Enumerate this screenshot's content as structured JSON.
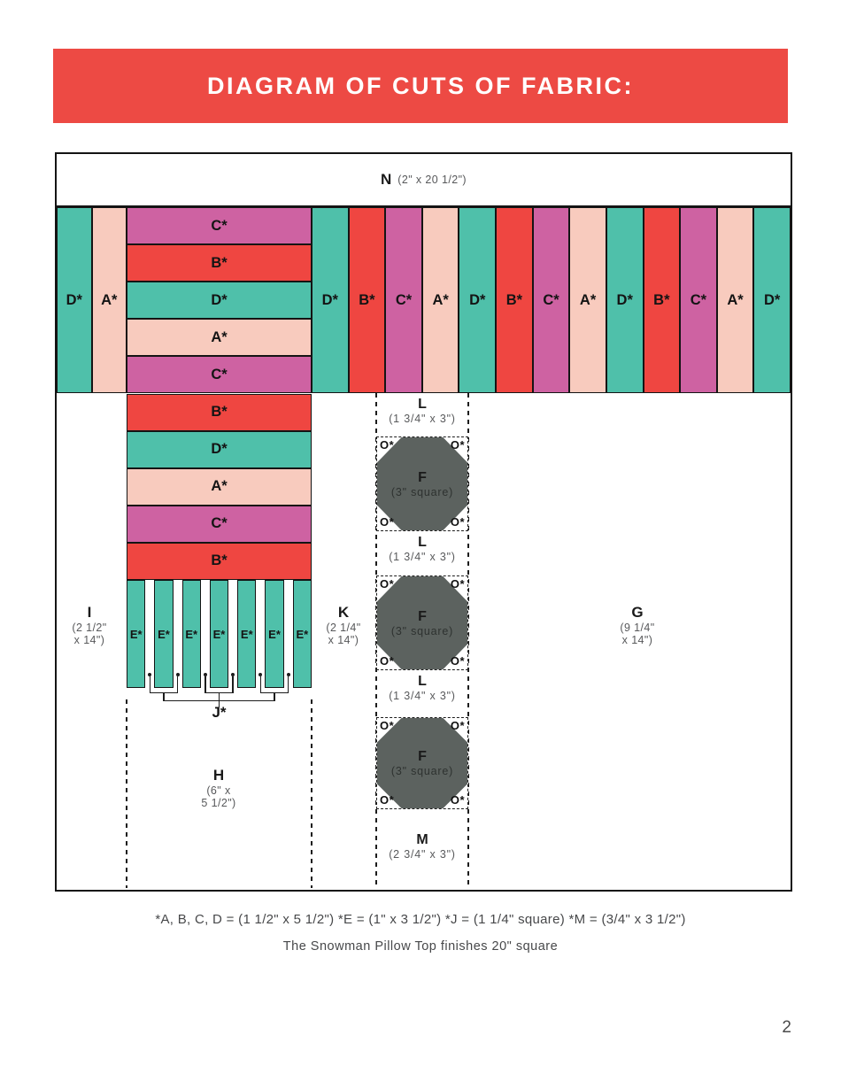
{
  "page": {
    "number": "2"
  },
  "header": {
    "title": "DIAGRAM OF CUTS OF FABRIC:",
    "background": "#ED4A44",
    "text_color": "#FFFFFF"
  },
  "colors": {
    "teal": "#4FC0AA",
    "red": "#EF4641",
    "pink": "#F8CBBE",
    "magenta": "#CE62A2",
    "octagon_gray": "#5C625F",
    "line_black": "#141414",
    "dim_text_gray": "#58595B"
  },
  "diagram": {
    "n_band": {
      "label": "N",
      "dims": "(2\" x 20 1/2\")"
    },
    "left_strips": [
      {
        "label": "D*",
        "color": "teal"
      },
      {
        "label": "A*",
        "color": "pink"
      }
    ],
    "stack_strips": [
      {
        "label": "C*",
        "color": "magenta"
      },
      {
        "label": "B*",
        "color": "red"
      },
      {
        "label": "D*",
        "color": "teal"
      },
      {
        "label": "A*",
        "color": "pink"
      },
      {
        "label": "C*",
        "color": "magenta"
      },
      {
        "label": "B*",
        "color": "red"
      },
      {
        "label": "D*",
        "color": "teal"
      },
      {
        "label": "A*",
        "color": "pink"
      },
      {
        "label": "C*",
        "color": "magenta"
      },
      {
        "label": "B*",
        "color": "red"
      }
    ],
    "right_strips": [
      {
        "label": "D*",
        "color": "teal"
      },
      {
        "label": "B*",
        "color": "red"
      },
      {
        "label": "C*",
        "color": "magenta"
      },
      {
        "label": "A*",
        "color": "pink"
      },
      {
        "label": "D*",
        "color": "teal"
      },
      {
        "label": "B*",
        "color": "red"
      },
      {
        "label": "C*",
        "color": "magenta"
      },
      {
        "label": "A*",
        "color": "pink"
      },
      {
        "label": "D*",
        "color": "teal"
      },
      {
        "label": "B*",
        "color": "red"
      },
      {
        "label": "C*",
        "color": "magenta"
      },
      {
        "label": "A*",
        "color": "pink"
      },
      {
        "label": "D*",
        "color": "teal"
      }
    ],
    "e_strips": {
      "label": "E*",
      "count": 7,
      "color": "teal"
    },
    "j_label": "J*",
    "i_region": {
      "label": "I",
      "dims": [
        "(2 1/2\"",
        "x 14\")"
      ]
    },
    "k_region": {
      "label": "K",
      "dims": [
        "(2 1/4\"",
        "x 14\")"
      ]
    },
    "g_region": {
      "label": "G",
      "dims": [
        "(9 1/4\"",
        "x 14\")"
      ]
    },
    "h_region": {
      "label": "H",
      "dims": [
        "(6\" x",
        "5 1/2\")"
      ]
    },
    "m_region": {
      "label": "M",
      "dims": "(2 3/4\" x 3\")"
    },
    "l_sections": [
      {
        "label": "L",
        "dims": "(1 3/4\" x 3\")"
      },
      {
        "label": "L",
        "dims": "(1 3/4\" x 3\")"
      },
      {
        "label": "L",
        "dims": "(1 3/4\" x 3\")"
      }
    ],
    "f_squares": [
      {
        "label": "F",
        "dims": "(3\" square)",
        "corners": [
          "O*",
          "O*",
          "O*",
          "O*"
        ]
      },
      {
        "label": "F",
        "dims": "(3\" square)",
        "corners": [
          "O*",
          "O*",
          "O*",
          "O*"
        ]
      },
      {
        "label": "F",
        "dims": "(3\" square)",
        "corners": [
          "O*",
          "O*",
          "O*",
          "O*"
        ]
      }
    ]
  },
  "footer": {
    "cut_key": "*A, B, C, D = (1 1/2\" x 5 1/2\")  *E = (1\" x 3 1/2\")  *J = (1 1/4\" square)  *M = (3/4\" x 3 1/2\")",
    "finish_note": "The Snowman Pillow Top finishes 20\" square"
  }
}
